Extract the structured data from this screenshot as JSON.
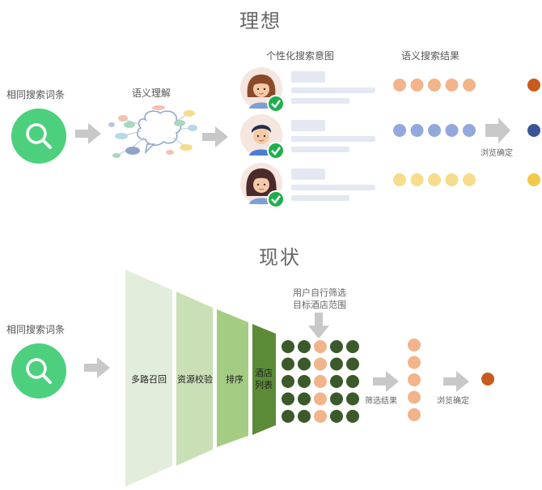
{
  "ideal": {
    "title": "理想",
    "query_label": "相同搜索词条",
    "understanding_label": "语义理解",
    "intent_label": "个性化搜索意图",
    "results_label": "语义搜索结果",
    "browse_label": "浏览确定",
    "result_colors": [
      "#F2B48A",
      "#93A8DC",
      "#F7DC8C"
    ],
    "final_colors": [
      "#C85A1E",
      "#3A5596",
      "#F2C94C"
    ]
  },
  "current": {
    "title": "现状",
    "query_label": "相同搜索词条",
    "stages": [
      "多路召回",
      "资源校验",
      "排序",
      "酒店列表"
    ],
    "user_filter_label": "用户自行筛选\n目标酒店范围",
    "filter_result_label": "筛选结果",
    "browse_label": "浏览确定",
    "grid_dark_color": "#3A5A2A",
    "grid_highlight_color": "#F2B48A",
    "final_color": "#C85A1E"
  },
  "icons": {
    "search": "search-icon",
    "check": "check-icon",
    "arrow": "arrow-right-icon",
    "down_arrow": "arrow-down-icon",
    "brain": "brain-mindmap-icon"
  }
}
